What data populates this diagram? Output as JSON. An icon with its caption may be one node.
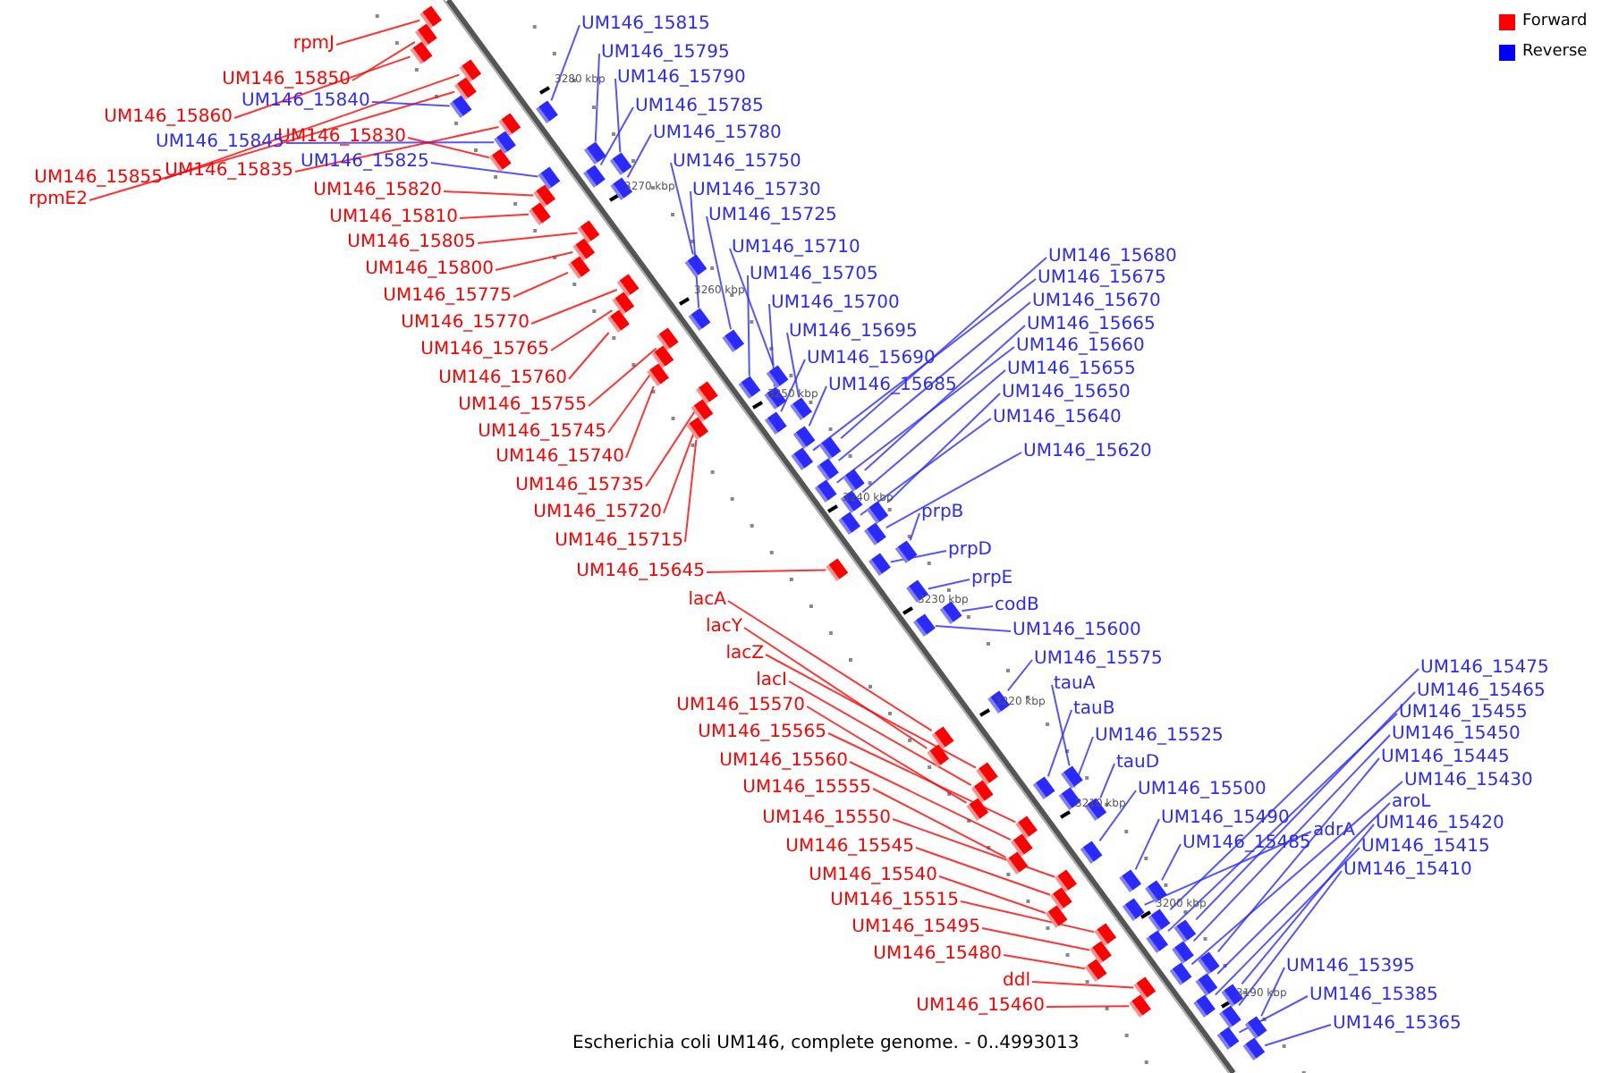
{
  "diagram": {
    "caption": "Escherichia coli UM146, complete genome. - 0..4993013",
    "nodes": [
      {
        "text": [
          "rpmJ"
        ]
      },
      {
        "text": [
          "UM146_15850"
        ]
      },
      {
        "text": [
          "UM146_15840"
        ]
      },
      {
        "text": [
          "UM146_15860"
        ]
      },
      {
        "text": [
          "UM146_15830"
        ]
      },
      {
        "text": [
          "UM146_15845"
        ]
      },
      {
        "text": [
          "UM146_15825"
        ]
      },
      {
        "text": [
          "UM146_15835"
        ]
      },
      {
        "text": [
          "UM146_15855"
        ]
      },
      {
        "text": [
          "rpmE2"
        ]
      },
      {
        "text": [
          "UM146_15820"
        ]
      },
      {
        "text": [
          "UM146_15810"
        ]
      },
      {
        "text": [
          "UM146_15805"
        ]
      },
      {
        "text": [
          "UM146_15800"
        ]
      },
      {
        "text": [
          "UM146_15775"
        ]
      },
      {
        "text": [
          "UM146_15770"
        ]
      },
      {
        "text": [
          "UM146_15765"
        ]
      },
      {
        "text": [
          "UM146_15760"
        ]
      },
      {
        "text": [
          "UM146_15755"
        ]
      },
      {
        "text": [
          "UM146_15745"
        ]
      },
      {
        "text": [
          "UM146_15740"
        ]
      },
      {
        "text": [
          "UM146_15735"
        ]
      },
      {
        "text": [
          "UM146_15720"
        ]
      },
      {
        "text": [
          "UM146_15715"
        ]
      },
      {
        "text": [
          "UM146_15645"
        ]
      },
      {
        "text": [
          "lacA"
        ]
      },
      {
        "text": [
          "lacY"
        ]
      },
      {
        "text": [
          "lacZ"
        ]
      },
      {
        "text": [
          "lacI"
        ]
      },
      {
        "text": [
          "UM146_15570"
        ]
      },
      {
        "text": [
          "UM146_15565"
        ]
      },
      {
        "text": [
          "UM146_15560"
        ]
      },
      {
        "text": [
          "UM146_15555"
        ]
      },
      {
        "text": [
          "UM146_15550"
        ]
      },
      {
        "text": [
          "UM146_15545"
        ]
      },
      {
        "text": [
          "UM146_15540"
        ]
      },
      {
        "text": [
          "UM146_15515"
        ]
      },
      {
        "text": [
          "UM146_15495"
        ]
      },
      {
        "text": [
          "UM146_15480"
        ]
      },
      {
        "text": [
          "ddl"
        ]
      },
      {
        "text": [
          "UM146_15460"
        ]
      },
      {
        "text": [
          "UM146_15815"
        ]
      },
      {
        "text": [
          "UM146_15795"
        ]
      },
      {
        "text": [
          "UM146_15790"
        ]
      },
      {
        "text": [
          "UM146_15785"
        ]
      },
      {
        "text": [
          "UM146_15780"
        ]
      },
      {
        "text": [
          "UM146_15750"
        ]
      },
      {
        "text": [
          "UM146_15730"
        ]
      },
      {
        "text": [
          "UM146_15725"
        ]
      },
      {
        "text": [
          "UM146_15710"
        ]
      },
      {
        "text": [
          "UM146_15705"
        ]
      },
      {
        "text": [
          "UM146_15700"
        ]
      },
      {
        "text": [
          "UM146_15695"
        ]
      },
      {
        "text": [
          "UM146_15690"
        ]
      },
      {
        "text": [
          "UM146_15685"
        ]
      },
      {
        "text": [
          "UM146_15680"
        ]
      },
      {
        "text": [
          "UM146_15675"
        ]
      },
      {
        "text": [
          "UM146_15670"
        ]
      },
      {
        "text": [
          "UM146_15665"
        ]
      },
      {
        "text": [
          "UM146_15660"
        ]
      },
      {
        "text": [
          "UM146_15655"
        ]
      },
      {
        "text": [
          "UM146_15650"
        ]
      },
      {
        "text": [
          "UM146_15640"
        ]
      },
      {
        "text": [
          "UM146_15620"
        ]
      },
      {
        "text": [
          "prpB"
        ]
      },
      {
        "text": [
          "prpD"
        ]
      },
      {
        "text": [
          "prpE"
        ]
      },
      {
        "text": [
          "codB"
        ]
      },
      {
        "text": [
          "UM146_15600"
        ]
      },
      {
        "text": [
          "UM146_15575"
        ]
      },
      {
        "text": [
          "tauA"
        ]
      },
      {
        "text": [
          "tauB"
        ]
      },
      {
        "text": [
          "UM146_15525"
        ]
      },
      {
        "text": [
          "tauD"
        ]
      },
      {
        "text": [
          "UM146_15500"
        ]
      },
      {
        "text": [
          "UM146_15490"
        ]
      },
      {
        "text": [
          "UM146_15485"
        ]
      },
      {
        "text": [
          "adrA"
        ]
      },
      {
        "text": [
          "UM146_15475"
        ]
      },
      {
        "text": [
          "UM146_15465"
        ]
      },
      {
        "text": [
          "UM146_15455"
        ]
      },
      {
        "text": [
          "UM146_15450"
        ]
      },
      {
        "text": [
          "UM146_15445"
        ]
      },
      {
        "text": [
          "UM146_15430"
        ]
      },
      {
        "text": [
          "aroL"
        ]
      },
      {
        "text": [
          "UM146_15420"
        ]
      },
      {
        "text": [
          "UM146_15415"
        ]
      },
      {
        "text": [
          "UM146_15410"
        ]
      },
      {
        "text": [
          "UM146_15395"
        ]
      },
      {
        "text": [
          "UM146_15385"
        ]
      },
      {
        "text": [
          "UM146_15365"
        ]
      },
      {
        "text": [],
        "shape": "box"
      },
      {
        "text": [],
        "shape": "box"
      },
      {
        "text": [],
        "shape": "box"
      },
      {
        "text": [],
        "shape": "box"
      },
      {
        "text": [],
        "shape": "box"
      },
      {
        "text": [],
        "shape": "box"
      },
      {
        "text": [],
        "shape": "box"
      },
      {
        "text": [],
        "shape": "box"
      },
      {
        "text": [],
        "shape": "box"
      },
      {
        "text": [],
        "shape": "box"
      },
      {
        "text": [],
        "shape": "box"
      },
      {
        "text": [],
        "shape": "box"
      },
      {
        "text": [],
        "shape": "box"
      },
      {
        "text": [],
        "shape": "box"
      },
      {
        "text": [],
        "shape": "box"
      },
      {
        "text": [],
        "shape": "box"
      },
      {
        "text": [],
        "shape": "box"
      },
      {
        "text": [],
        "shape": "box"
      },
      {
        "text": [],
        "shape": "box"
      },
      {
        "text": [],
        "shape": "box"
      },
      {
        "text": [],
        "shape": "box"
      },
      {
        "text": [],
        "shape": "box"
      },
      {
        "text": [],
        "shape": "box"
      },
      {
        "text": [],
        "shape": "box"
      },
      {
        "text": [],
        "shape": "box"
      },
      {
        "text": [],
        "shape": "box"
      },
      {
        "text": [],
        "shape": "box"
      },
      {
        "text": [],
        "shape": "box"
      },
      {
        "text": [],
        "shape": "box"
      },
      {
        "text": [],
        "shape": "box"
      },
      {
        "text": [],
        "shape": "box"
      },
      {
        "text": [],
        "shape": "box"
      },
      {
        "text": [],
        "shape": "box"
      },
      {
        "text": [],
        "shape": "box"
      },
      {
        "text": [],
        "shape": "box"
      },
      {
        "text": [],
        "shape": "box"
      },
      {
        "text": [],
        "shape": "box"
      },
      {
        "text": [],
        "shape": "box"
      },
      {
        "text": [],
        "shape": "box"
      },
      {
        "text": [],
        "shape": "box"
      },
      {
        "text": [],
        "shape": "box"
      },
      {
        "text": [],
        "shape": "box"
      },
      {
        "text": [],
        "shape": "box"
      },
      {
        "text": [],
        "shape": "box"
      },
      {
        "text": [],
        "shape": "box"
      },
      {
        "text": [],
        "shape": "box"
      },
      {
        "text": [],
        "shape": "box"
      },
      {
        "text": [],
        "shape": "box"
      },
      {
        "text": [],
        "shape": "box"
      },
      {
        "text": [],
        "shape": "box"
      },
      {
        "text": [],
        "shape": "box"
      },
      {
        "text": [],
        "shape": "box"
      },
      {
        "text": [],
        "shape": "box"
      },
      {
        "text": [],
        "shape": "box"
      },
      {
        "text": [],
        "shape": "box"
      },
      {
        "text": [],
        "shape": "box"
      },
      {
        "text": [],
        "shape": "box"
      },
      {
        "text": [],
        "shape": "box"
      },
      {
        "text": [],
        "shape": "box"
      },
      {
        "text": [],
        "shape": "box"
      },
      {
        "text": [],
        "shape": "box"
      },
      {
        "text": [],
        "shape": "box"
      },
      {
        "text": [],
        "shape": "box"
      },
      {
        "text": [],
        "shape": "box"
      },
      {
        "text": [],
        "shape": "box"
      },
      {
        "text": [],
        "shape": "box"
      },
      {
        "text": [],
        "shape": "box"
      },
      {
        "text": [],
        "shape": "box"
      },
      {
        "text": [],
        "shape": "box"
      },
      {
        "text": [],
        "shape": "box"
      },
      {
        "text": [],
        "shape": "box"
      },
      {
        "text": [],
        "shape": "box"
      },
      {
        "text": [],
        "shape": "box"
      },
      {
        "text": [],
        "shape": "box"
      },
      {
        "text": [],
        "shape": "box"
      },
      {
        "text": [],
        "shape": "box"
      },
      {
        "text": [],
        "shape": "box"
      },
      {
        "text": [],
        "shape": "box"
      },
      {
        "text": [],
        "shape": "box"
      },
      {
        "text": [],
        "shape": "box"
      },
      {
        "text": [],
        "shape": "box"
      },
      {
        "text": [],
        "shape": "box"
      },
      {
        "text": [],
        "shape": "box"
      },
      {
        "text": [],
        "shape": "box"
      },
      {
        "text": [],
        "shape": "box"
      },
      {
        "text": [],
        "shape": "box"
      },
      {
        "text": [],
        "shape": "box"
      },
      {
        "text": [],
        "shape": "box"
      },
      {
        "text": [],
        "shape": "box"
      },
      {
        "text": [],
        "shape": "box"
      },
      {
        "text": [],
        "shape": "box"
      }
    ],
    "edges": [
      {
        "from": 0,
        "to": 91,
        "arrow": "none",
        "color": "#ff0000"
      },
      {
        "from": 1,
        "to": 92,
        "arrow": "none",
        "color": "#ff0000"
      },
      {
        "from": 2,
        "to": 93,
        "arrow": "none"
      },
      {
        "from": 3,
        "to": 94,
        "arrow": "none",
        "color": "#ff0000"
      },
      {
        "from": 4,
        "to": 95,
        "arrow": "none",
        "color": "#ff0000"
      },
      {
        "from": 5,
        "to": 96,
        "arrow": "none"
      },
      {
        "from": 6,
        "to": 97,
        "arrow": "none"
      },
      {
        "from": 7,
        "to": 98,
        "arrow": "none",
        "color": "#ff0000"
      },
      {
        "from": 8,
        "to": 99,
        "arrow": "none",
        "color": "#ff0000"
      },
      {
        "from": 9,
        "to": 100,
        "arrow": "none",
        "color": "#ff0000"
      },
      {
        "from": 10,
        "to": 101,
        "arrow": "none",
        "color": "#ff0000"
      },
      {
        "from": 11,
        "to": 102,
        "arrow": "none",
        "color": "#ff0000"
      },
      {
        "from": 12,
        "to": 103,
        "arrow": "none",
        "color": "#ff0000"
      },
      {
        "from": 13,
        "to": 104,
        "arrow": "none",
        "color": "#ff0000"
      },
      {
        "from": 14,
        "to": 105,
        "arrow": "none",
        "color": "#ff0000"
      },
      {
        "from": 15,
        "to": 106,
        "arrow": "none",
        "color": "#ff0000"
      },
      {
        "from": 16,
        "to": 107,
        "arrow": "none",
        "color": "#ff0000"
      },
      {
        "from": 17,
        "to": 108,
        "arrow": "none",
        "color": "#ff0000"
      },
      {
        "from": 18,
        "to": 109,
        "arrow": "none",
        "color": "#ff0000"
      },
      {
        "from": 19,
        "to": 110,
        "arrow": "none",
        "color": "#ff0000"
      },
      {
        "from": 20,
        "to": 111,
        "arrow": "none",
        "color": "#ff0000"
      },
      {
        "from": 21,
        "to": 112,
        "arrow": "none",
        "color": "#ff0000"
      },
      {
        "from": 22,
        "to": 113,
        "arrow": "none",
        "color": "#ff0000"
      },
      {
        "from": 23,
        "to": 114,
        "arrow": "none",
        "color": "#ff0000"
      },
      {
        "from": 24,
        "to": 115,
        "arrow": "none",
        "color": "#ff0000"
      },
      {
        "from": 25,
        "to": 116,
        "arrow": "none",
        "color": "#ff0000"
      },
      {
        "from": 26,
        "to": 117,
        "arrow": "none",
        "color": "#ff0000"
      },
      {
        "from": 27,
        "to": 118,
        "arrow": "none",
        "color": "#ff0000"
      },
      {
        "from": 28,
        "to": 119,
        "arrow": "none",
        "color": "#ff0000"
      },
      {
        "from": 29,
        "to": 120,
        "arrow": "none",
        "color": "#ff0000"
      },
      {
        "from": 30,
        "to": 121,
        "arrow": "none",
        "color": "#ff0000"
      },
      {
        "from": 31,
        "to": 122,
        "arrow": "none",
        "color": "#ff0000"
      },
      {
        "from": 32,
        "to": 123,
        "arrow": "none",
        "color": "#ff0000"
      },
      {
        "from": 33,
        "to": 124,
        "arrow": "none",
        "color": "#ff0000"
      },
      {
        "from": 34,
        "to": 125,
        "arrow": "none",
        "color": "#ff0000"
      },
      {
        "from": 35,
        "to": 126,
        "arrow": "none",
        "color": "#ff0000"
      },
      {
        "from": 36,
        "to": 127,
        "arrow": "none",
        "color": "#ff0000"
      },
      {
        "from": 37,
        "to": 128,
        "arrow": "none",
        "color": "#ff0000"
      },
      {
        "from": 38,
        "to": 129,
        "arrow": "none",
        "color": "#ff0000"
      },
      {
        "from": 39,
        "to": 130,
        "arrow": "none",
        "color": "#ff0000"
      },
      {
        "from": 40,
        "to": 131,
        "arrow": "none",
        "color": "#ff0000"
      },
      {
        "from": 41,
        "to": 132,
        "arrow": "none"
      },
      {
        "from": 42,
        "to": 133,
        "arrow": "none"
      },
      {
        "from": 43,
        "to": 134,
        "arrow": "none"
      },
      {
        "from": 44,
        "to": 135,
        "arrow": "none"
      },
      {
        "from": 45,
        "to": 136,
        "arrow": "none"
      },
      {
        "from": 46,
        "to": 137,
        "arrow": "none"
      },
      {
        "from": 47,
        "to": 138,
        "arrow": "none"
      },
      {
        "from": 48,
        "to": 139,
        "arrow": "none"
      },
      {
        "from": 49,
        "to": 140,
        "arrow": "none"
      },
      {
        "from": 50,
        "to": 141,
        "arrow": "none"
      },
      {
        "from": 51,
        "to": 142,
        "arrow": "none"
      },
      {
        "from": 52,
        "to": 143,
        "arrow": "none"
      },
      {
        "from": 53,
        "to": 144,
        "arrow": "none"
      },
      {
        "from": 54,
        "to": 145,
        "arrow": "none"
      },
      {
        "from": 55,
        "to": 146,
        "arrow": "none"
      },
      {
        "from": 56,
        "to": 147,
        "arrow": "none"
      },
      {
        "from": 57,
        "to": 148,
        "arrow": "none"
      },
      {
        "from": 58,
        "to": 149,
        "arrow": "none"
      },
      {
        "from": 59,
        "to": 150,
        "arrow": "none"
      },
      {
        "from": 60,
        "to": 151,
        "arrow": "none"
      },
      {
        "from": 61,
        "to": 152,
        "arrow": "none"
      },
      {
        "from": 62,
        "to": 153,
        "arrow": "none"
      },
      {
        "from": 63,
        "to": 154,
        "arrow": "none"
      },
      {
        "from": 64,
        "to": 155,
        "arrow": "none"
      },
      {
        "from": 65,
        "to": 156,
        "arrow": "none"
      },
      {
        "from": 66,
        "to": 157,
        "arrow": "none"
      },
      {
        "from": 67,
        "to": 158,
        "arrow": "none"
      },
      {
        "from": 68,
        "to": 159,
        "arrow": "none"
      },
      {
        "from": 69,
        "to": 160,
        "arrow": "none"
      },
      {
        "from": 70,
        "to": 161,
        "arrow": "none"
      },
      {
        "from": 71,
        "to": 162,
        "arrow": "none"
      },
      {
        "from": 72,
        "to": 163,
        "arrow": "none"
      },
      {
        "from": 73,
        "to": 164,
        "arrow": "none"
      },
      {
        "from": 74,
        "to": 165,
        "arrow": "none"
      },
      {
        "from": 75,
        "to": 166,
        "arrow": "none"
      },
      {
        "from": 76,
        "to": 167,
        "arrow": "none"
      },
      {
        "from": 77,
        "to": 168,
        "arrow": "none"
      },
      {
        "from": 78,
        "to": 169,
        "arrow": "none"
      },
      {
        "from": 79,
        "to": 170,
        "arrow": "none"
      },
      {
        "from": 80,
        "to": 171,
        "arrow": "none"
      },
      {
        "from": 81,
        "to": 172,
        "arrow": "none"
      },
      {
        "from": 82,
        "to": 173,
        "arrow": "none"
      },
      {
        "from": 83,
        "to": 174,
        "arrow": "none"
      },
      {
        "from": 84,
        "to": 175,
        "arrow": "none"
      },
      {
        "from": 85,
        "to": 176,
        "arrow": "none"
      },
      {
        "from": 86,
        "to": 177,
        "arrow": "none"
      },
      {
        "from": 87,
        "to": 178,
        "arrow": "none"
      },
      {
        "from": 88,
        "to": 179,
        "arrow": "none"
      },
      {
        "from": 89,
        "to": 180,
        "arrow": "none"
      },
      {
        "from": 90,
        "to": 181,
        "arrow": "none"
      }
    ],
    "labels": [
      "3280 kbp",
      "3270 kbp",
      "3260 kbp",
      "3250 kbp",
      "3240 kbp",
      "3230 kbp",
      "3220 kbp",
      "3210 kbp",
      "3200 kbp",
      "3190 kbp"
    ],
    "legend": [
      {
        "text": "Forward",
        "color": "#ff0000"
      },
      {
        "text": "Reverse",
        "color": "#0000ff"
      }
    ]
  }
}
